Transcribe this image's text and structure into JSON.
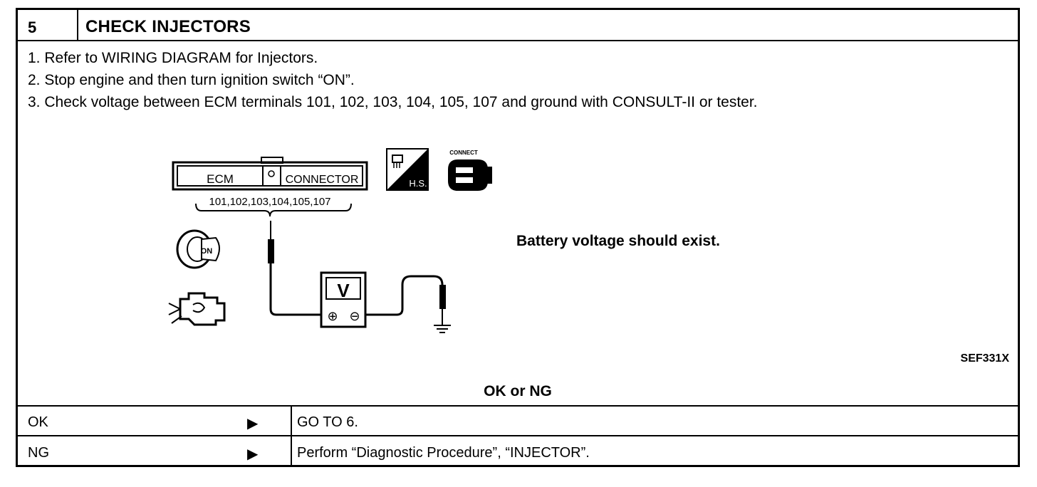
{
  "step": {
    "number": "5",
    "title": "CHECK INJECTORS"
  },
  "instructions": [
    "1.  Refer to WIRING DIAGRAM for Injectors.",
    "2.  Stop engine and then turn ignition switch “ON”.",
    "3.  Check voltage between ECM terminals 101, 102, 103, 104, 105, 107 and ground with CONSULT-II or tester."
  ],
  "diagram": {
    "connector_left_label": "ECM",
    "connector_right_label": "CONNECTOR",
    "terminals_label": "101,102,103,104,105,107",
    "hs_badge": "H.S.",
    "connect_label": "CONNECT",
    "ignition_label": "ON",
    "meter_label": "V",
    "plus_symbol": "⊕",
    "minus_symbol": "⊖"
  },
  "result_text": "Battery voltage should exist.",
  "figure_code": "SEF331X",
  "decision_heading": "OK or NG",
  "outcomes": [
    {
      "condition": "OK",
      "arrow": "▶",
      "action": "GO TO 6."
    },
    {
      "condition": "NG",
      "arrow": "▶",
      "action": "Perform “Diagnostic Procedure”, “INJECTOR”."
    }
  ]
}
